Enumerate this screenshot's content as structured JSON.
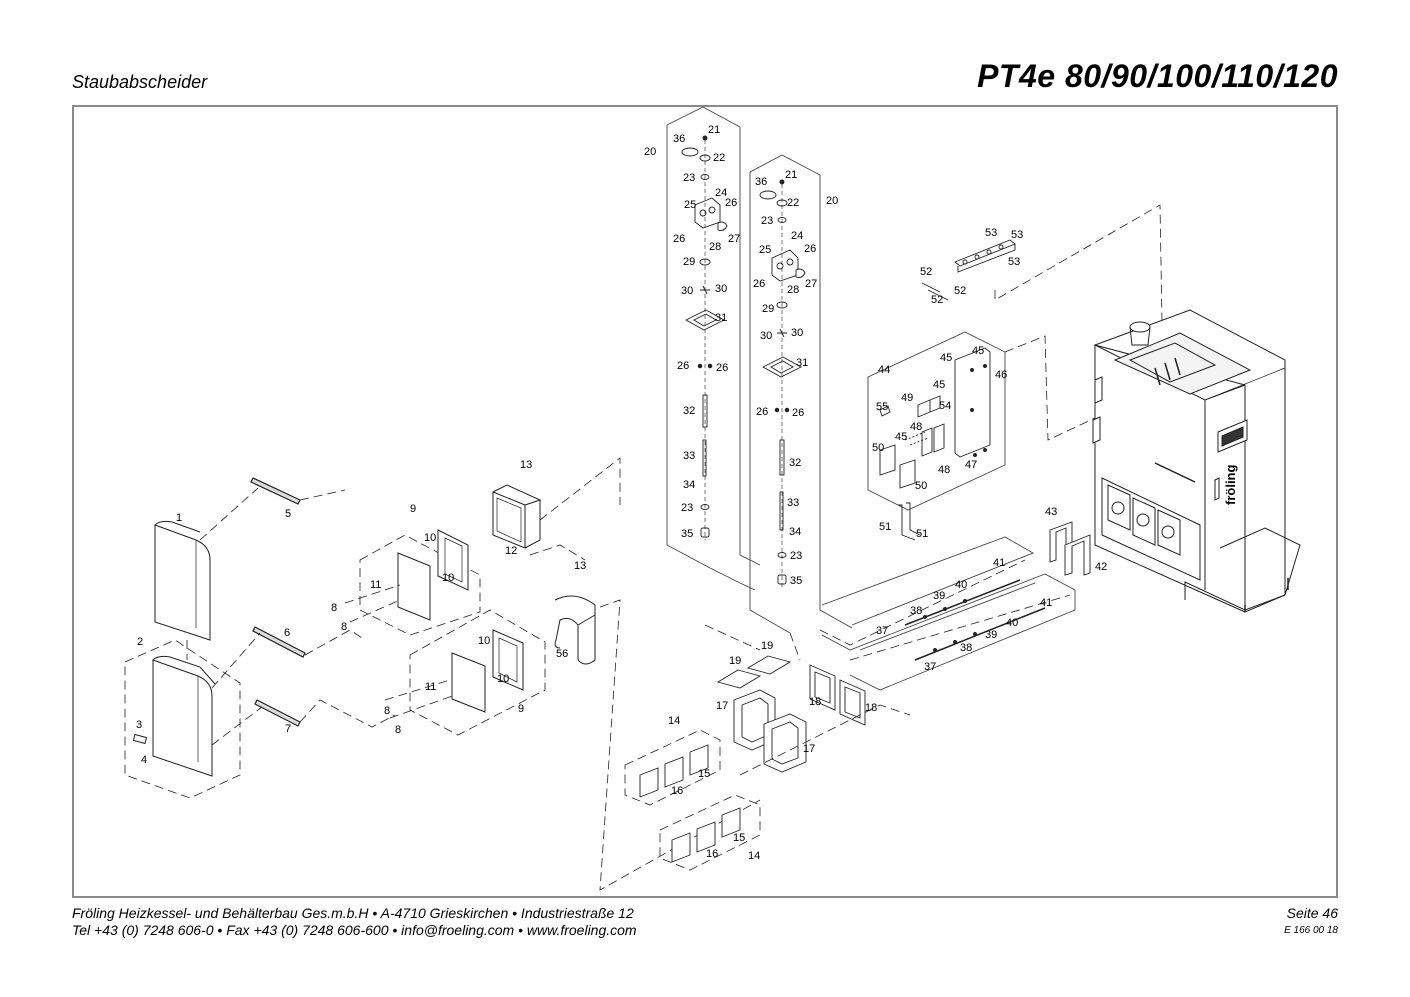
{
  "header": {
    "subtitle": "Staubabscheider",
    "model": "PT4e 80/90/100/110/120"
  },
  "footer": {
    "line1": "Fröling Heizkessel- und Behälterbau Ges.m.b.H   •   A-4710 Grieskirchen   •   Industriestraße 12",
    "line2": "Tel +43 (0) 7248 606-0   •   Fax +43 (0) 7248 606-600   •   info@froeling.com   •   www.froeling.com",
    "page": "Seite 46",
    "doc_code": "E 166 00 18"
  },
  "boiler_brand": "fröling",
  "callouts": [
    {
      "id": "c1",
      "label": "1"
    },
    {
      "id": "c2",
      "label": "2"
    },
    {
      "id": "c3",
      "label": "3"
    },
    {
      "id": "c4",
      "label": "4"
    },
    {
      "id": "c5",
      "label": "5"
    },
    {
      "id": "c6",
      "label": "6"
    },
    {
      "id": "c7",
      "label": "7"
    },
    {
      "id": "c8a",
      "label": "8"
    },
    {
      "id": "c8b",
      "label": "8"
    },
    {
      "id": "c8c",
      "label": "8"
    },
    {
      "id": "c8d",
      "label": "8"
    },
    {
      "id": "c9a",
      "label": "9"
    },
    {
      "id": "c9b",
      "label": "9"
    },
    {
      "id": "c10a",
      "label": "10"
    },
    {
      "id": "c10b",
      "label": "10"
    },
    {
      "id": "c10c",
      "label": "10"
    },
    {
      "id": "c10d",
      "label": "10"
    },
    {
      "id": "c11a",
      "label": "11"
    },
    {
      "id": "c11b",
      "label": "11"
    },
    {
      "id": "c12",
      "label": "12"
    },
    {
      "id": "c13a",
      "label": "13"
    },
    {
      "id": "c13b",
      "label": "13"
    },
    {
      "id": "c14a",
      "label": "14"
    },
    {
      "id": "c14b",
      "label": "14"
    },
    {
      "id": "c15a",
      "label": "15"
    },
    {
      "id": "c15b",
      "label": "15"
    },
    {
      "id": "c16a",
      "label": "16"
    },
    {
      "id": "c16b",
      "label": "16"
    },
    {
      "id": "c17a",
      "label": "17"
    },
    {
      "id": "c17b",
      "label": "17"
    },
    {
      "id": "c18a",
      "label": "18"
    },
    {
      "id": "c18b",
      "label": "18"
    },
    {
      "id": "c19a",
      "label": "19"
    },
    {
      "id": "c19b",
      "label": "19"
    },
    {
      "id": "c20a",
      "label": "20"
    },
    {
      "id": "c20b",
      "label": "20"
    },
    {
      "id": "c21a",
      "label": "21"
    },
    {
      "id": "c21b",
      "label": "21"
    },
    {
      "id": "c22a",
      "label": "22"
    },
    {
      "id": "c22b",
      "label": "22"
    },
    {
      "id": "c23a",
      "label": "23"
    },
    {
      "id": "c23b",
      "label": "23"
    },
    {
      "id": "c23c",
      "label": "23"
    },
    {
      "id": "c23d",
      "label": "23"
    },
    {
      "id": "c24a",
      "label": "24"
    },
    {
      "id": "c24b",
      "label": "24"
    },
    {
      "id": "c25a",
      "label": "25"
    },
    {
      "id": "c25b",
      "label": "25"
    },
    {
      "id": "c26a",
      "label": "26"
    },
    {
      "id": "c26b",
      "label": "26"
    },
    {
      "id": "c26c",
      "label": "26"
    },
    {
      "id": "c26d",
      "label": "26"
    },
    {
      "id": "c26e",
      "label": "26"
    },
    {
      "id": "c26f",
      "label": "26"
    },
    {
      "id": "c26g",
      "label": "26"
    },
    {
      "id": "c26h",
      "label": "26"
    },
    {
      "id": "c27a",
      "label": "27"
    },
    {
      "id": "c27b",
      "label": "27"
    },
    {
      "id": "c28a",
      "label": "28"
    },
    {
      "id": "c28b",
      "label": "28"
    },
    {
      "id": "c29a",
      "label": "29"
    },
    {
      "id": "c29b",
      "label": "29"
    },
    {
      "id": "c30a",
      "label": "30"
    },
    {
      "id": "c30b",
      "label": "30"
    },
    {
      "id": "c30c",
      "label": "30"
    },
    {
      "id": "c30d",
      "label": "30"
    },
    {
      "id": "c31a",
      "label": "31"
    },
    {
      "id": "c31b",
      "label": "31"
    },
    {
      "id": "c32a",
      "label": "32"
    },
    {
      "id": "c32b",
      "label": "32"
    },
    {
      "id": "c33a",
      "label": "33"
    },
    {
      "id": "c33b",
      "label": "33"
    },
    {
      "id": "c34a",
      "label": "34"
    },
    {
      "id": "c34b",
      "label": "34"
    },
    {
      "id": "c35a",
      "label": "35"
    },
    {
      "id": "c35b",
      "label": "35"
    },
    {
      "id": "c36a",
      "label": "36"
    },
    {
      "id": "c36b",
      "label": "36"
    },
    {
      "id": "c37a",
      "label": "37"
    },
    {
      "id": "c37b",
      "label": "37"
    },
    {
      "id": "c38a",
      "label": "38"
    },
    {
      "id": "c38b",
      "label": "38"
    },
    {
      "id": "c39a",
      "label": "39"
    },
    {
      "id": "c39b",
      "label": "39"
    },
    {
      "id": "c40a",
      "label": "40"
    },
    {
      "id": "c40b",
      "label": "40"
    },
    {
      "id": "c41a",
      "label": "41"
    },
    {
      "id": "c41b",
      "label": "41"
    },
    {
      "id": "c42",
      "label": "42"
    },
    {
      "id": "c43",
      "label": "43"
    },
    {
      "id": "c44",
      "label": "44"
    },
    {
      "id": "c45a",
      "label": "45"
    },
    {
      "id": "c45b",
      "label": "45"
    },
    {
      "id": "c45c",
      "label": "45"
    },
    {
      "id": "c45d",
      "label": "45"
    },
    {
      "id": "c46",
      "label": "46"
    },
    {
      "id": "c47",
      "label": "47"
    },
    {
      "id": "c48a",
      "label": "48"
    },
    {
      "id": "c48b",
      "label": "48"
    },
    {
      "id": "c49",
      "label": "49"
    },
    {
      "id": "c50a",
      "label": "50"
    },
    {
      "id": "c50b",
      "label": "50"
    },
    {
      "id": "c51a",
      "label": "51"
    },
    {
      "id": "c51b",
      "label": "51"
    },
    {
      "id": "c52a",
      "label": "52"
    },
    {
      "id": "c52b",
      "label": "52"
    },
    {
      "id": "c52c",
      "label": "52"
    },
    {
      "id": "c53a",
      "label": "53"
    },
    {
      "id": "c53b",
      "label": "53"
    },
    {
      "id": "c53c",
      "label": "53"
    },
    {
      "id": "c54",
      "label": "54"
    },
    {
      "id": "c55",
      "label": "55"
    },
    {
      "id": "c56",
      "label": "56"
    }
  ]
}
